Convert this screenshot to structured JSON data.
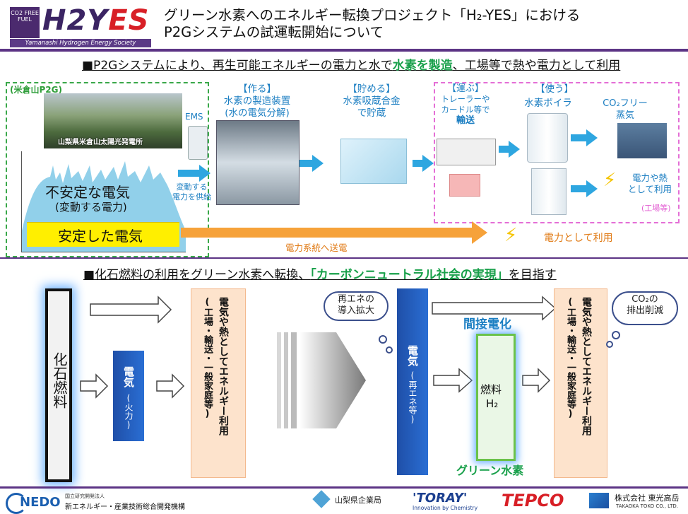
{
  "header": {
    "logo_mark": "CO2 FREE FUEL",
    "logo_word_a": "H2Y",
    "logo_word_b": "ES",
    "logo_sub": "Yamanashi Hydrogen Energy Society",
    "title_line1": "グリーン水素へのエネルギー転換プロジェクト「H₂-YES」における",
    "title_line2": "P2Gシステムの試運転開始について"
  },
  "section1": {
    "heading_pre": "■P2Gシステムにより、再生可能エネルギーの電力と水で",
    "heading_green": "水素を製造",
    "heading_post": "、工場等で熱や電力として利用",
    "area_label": "(米倉山P2G)",
    "photo_caption": "山梨県米倉山太陽光発電所",
    "unstable_1": "不安定な電気",
    "unstable_2": "(変動する電力)",
    "stable": "安定した電気",
    "ems": "EMS",
    "ems_note_1": "変動する",
    "ems_note_2": "電力を供給",
    "make_head": "【作る】",
    "make_1": "水素の製造装置",
    "make_2": "(水の電気分解)",
    "store_head": "【貯める】",
    "store_1": "水素吸蔵合金",
    "store_2": "で貯蔵",
    "carry_head": "【運ぶ】",
    "carry_1": "トレーラーや",
    "carry_2": "カードル等で",
    "carry_3": "輸送",
    "use_head": "【使う】",
    "boiler": "水素ボイラ",
    "co2free_1": "CO₂フリー",
    "co2free_2": "蒸気",
    "use_power_1": "電力や熱",
    "use_power_2": "として利用",
    "factory_tag": "(工場等)",
    "grid": "電力系統へ送電",
    "grid_use": "電力として利用"
  },
  "section2": {
    "heading_pre": "■化石燃料の利用をグリーン水素へ転換、",
    "heading_green": "「カーボンニュートラル社会の実現」",
    "heading_post": "を目指す",
    "fossil": "化石燃料",
    "elec_fire_main": "電気",
    "elec_fire_sub": "(火力)",
    "use_left": "電気や熱としてエネルギー利用",
    "use_left_sub": "(工場・輸送・一般家庭等)",
    "cloud_re_1": "再エネの",
    "cloud_re_2": "導入拡大",
    "elec_re_main": "電気",
    "elec_re_sub": "(再エネ等)",
    "indirect": "間接電化",
    "fuel_1": "燃料",
    "fuel_2": "H₂",
    "green_h2": "グリーン水素",
    "use_right": "電気や熱としてエネルギー利用",
    "use_right_sub": "(工場・輸送・一般家庭等)",
    "cloud_co2_1": "CO₂の",
    "cloud_co2_2": "排出削減"
  },
  "footer": {
    "nedo": "NEDO",
    "nedo_small": "国立研究開発法人",
    "nedo_name": "新エネルギー・産業技術総合開発機構",
    "yamanashi": "山梨県企業局",
    "toray": "'TORAY'",
    "toray_sub": "Innovation by Chemistry",
    "tepco": "TEPCO",
    "toko": "株式会社 東光高岳",
    "toko_sub": "TAKAOKA TOKO CO., LTD."
  },
  "colors": {
    "purple": "#5c3485",
    "green": "#18a04a",
    "blue": "#1b7ec2",
    "orange": "#f6a23a"
  }
}
